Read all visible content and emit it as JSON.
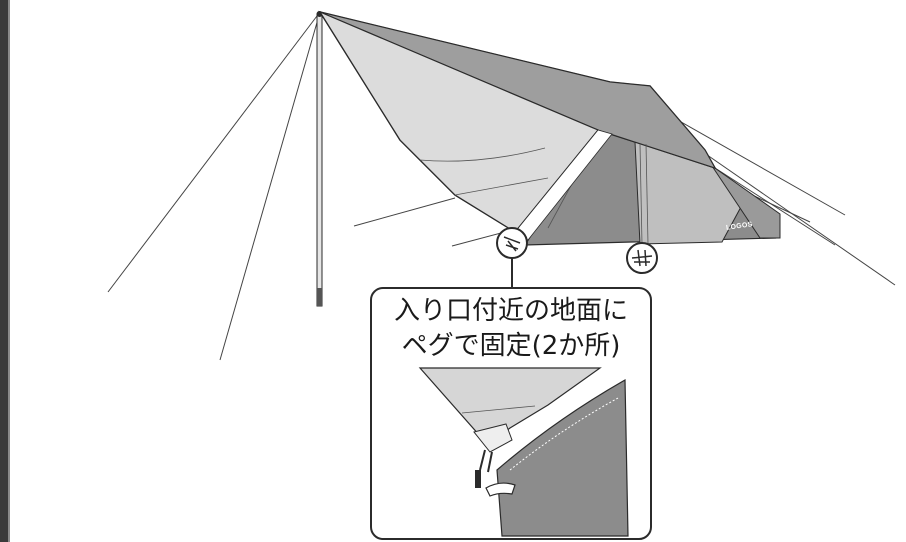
{
  "callout": {
    "line1": "入り口付近の地面に",
    "line2": "ペグで固定(2か所)"
  },
  "brand_label": "LOGOS",
  "colors": {
    "tarp_light": "#d9d9d9",
    "tarp_mid": "#c8c8c8",
    "tarp_dark": "#8c8c8c",
    "stroke": "#2b2b2b",
    "side_bar": "#3a3a3a"
  },
  "icons": {
    "peg_marker_left": "peg-icon",
    "peg_marker_right": "peg-icon"
  }
}
